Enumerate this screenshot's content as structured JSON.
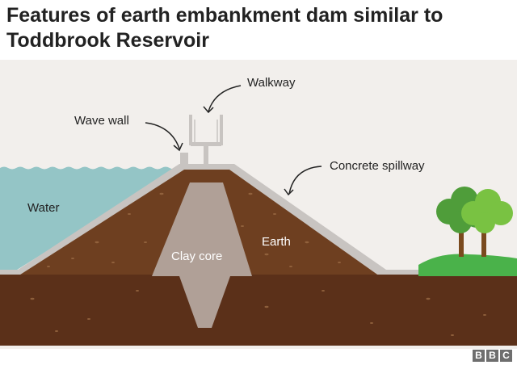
{
  "title": "Features of earth embankment dam similar to Toddbrook Reservoir",
  "labels": {
    "walkway": "Walkway",
    "wave_wall": "Wave wall",
    "concrete_spillway": "Concrete spillway",
    "water": "Water",
    "clay_core": "Clay core",
    "earth": "Earth"
  },
  "logo": [
    "B",
    "B",
    "C"
  ],
  "colors": {
    "sky": "#f2efec",
    "water": "#94c5c6",
    "earth": "#6e3f20",
    "ground": "#5b3019",
    "clay_core": "#b0a097",
    "spillway": "#c8c4c1",
    "grass": "#4ab24a",
    "tree_dark": "#4f9d3a",
    "tree_light": "#79c242",
    "trunk": "#7a4a1e"
  }
}
